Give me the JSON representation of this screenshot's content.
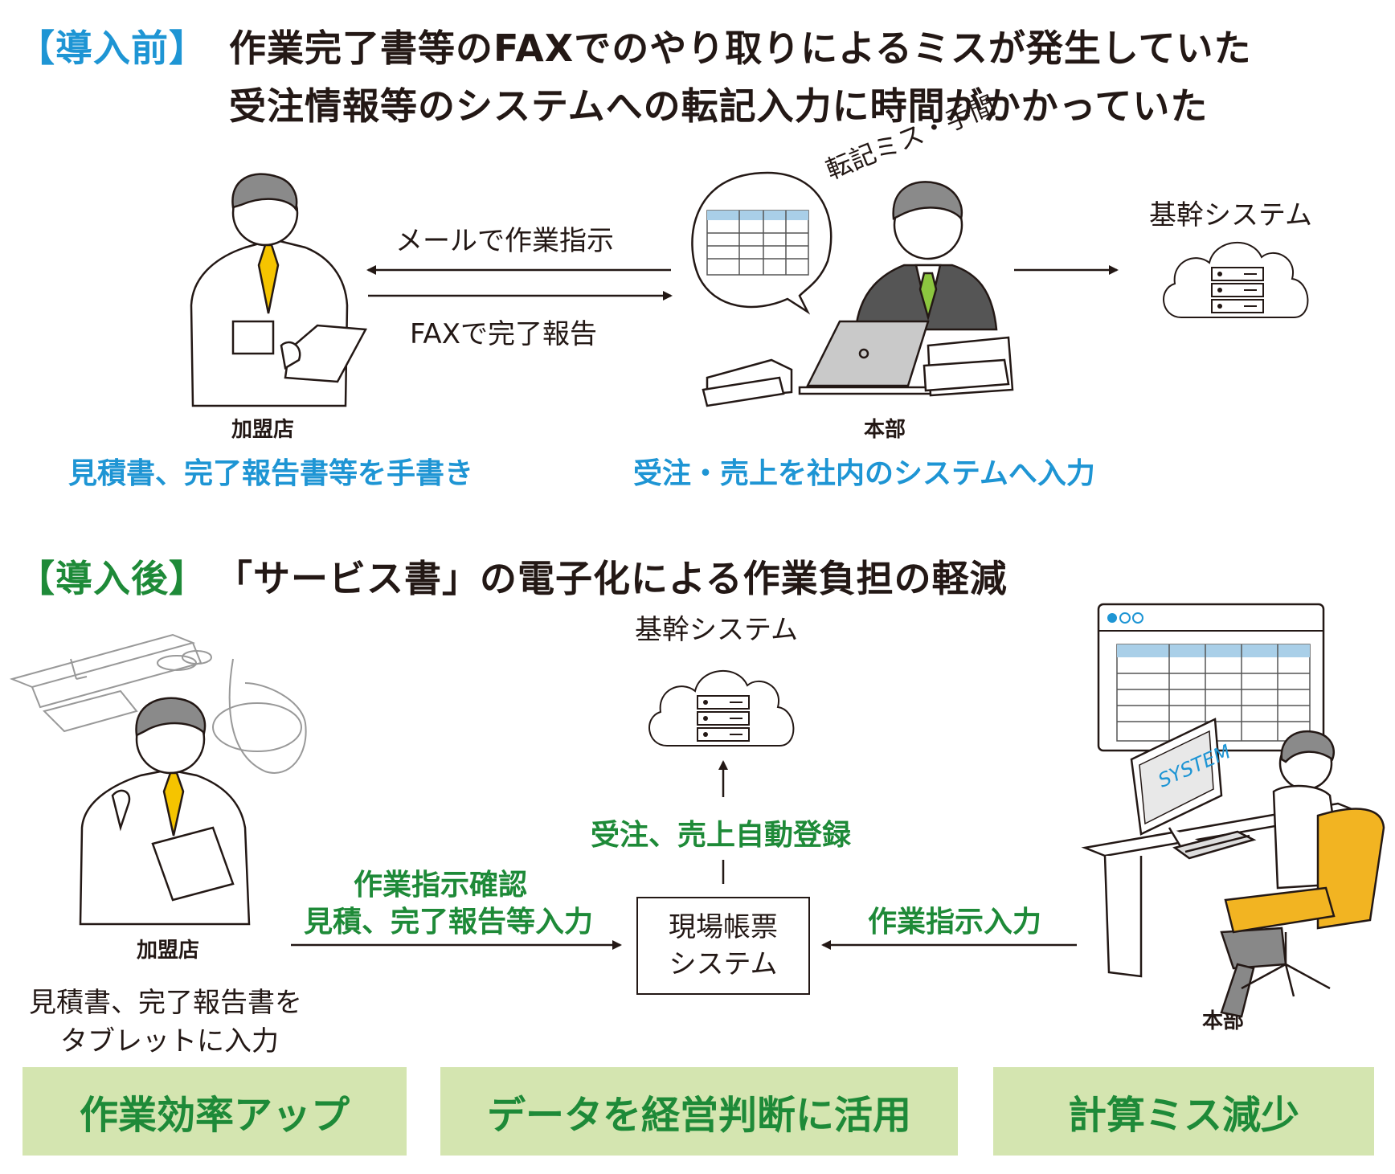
{
  "before": {
    "tag": "【導入前】",
    "line1": "作業完了書等のFAXでのやり取りによるミスが発生していた",
    "line2": "受注情報等のシステムへの転記入力に時間がかかっていた",
    "mail_label": "メールで作業指示",
    "fax_label": "FAXで完了報告",
    "stress_label": "転記ミス・手間",
    "system_label": "基幹システム",
    "franchise_label": "加盟店",
    "hq_label": "本部",
    "franchise_caption": "見積書、完了報告書等を手書き",
    "hq_caption": "受注・売上を社内のシステムへ入力"
  },
  "after": {
    "tag": "【導入後】",
    "heading": "「サービス書」の電子化による作業負担の軽減",
    "system_label": "基幹システム",
    "auto_label": "受注、売上自動登録",
    "left_arrow_line1": "作業指示確認",
    "left_arrow_line2": "見積、完了報告等入力",
    "right_arrow_label": "作業指示入力",
    "center_box_line1": "現場帳票",
    "center_box_line2": "システム",
    "franchise_label": "加盟店",
    "hq_label": "本部",
    "franchise_caption_line1": "見積書、完了報告書を",
    "franchise_caption_line2": "タブレットに入力",
    "monitor_text": "SYSTEM"
  },
  "benefits": [
    "作業効率アップ",
    "データを経営判断に活用",
    "計算ミス減少"
  ],
  "colors": {
    "blue": "#1e95d4",
    "green": "#1e8a38",
    "benefit_bg": "#d4e5b0",
    "chair": "#f2b422",
    "tie_green": "#8cc63f",
    "tie_yellow": "#f5c400",
    "table_header": "#a9cfe8"
  },
  "icons": [
    "cloud-server-icon",
    "worker-with-tablet-icon",
    "manager-at-laptop-icon",
    "office-worker-at-pc-icon",
    "kitchen-toilet-icon"
  ]
}
